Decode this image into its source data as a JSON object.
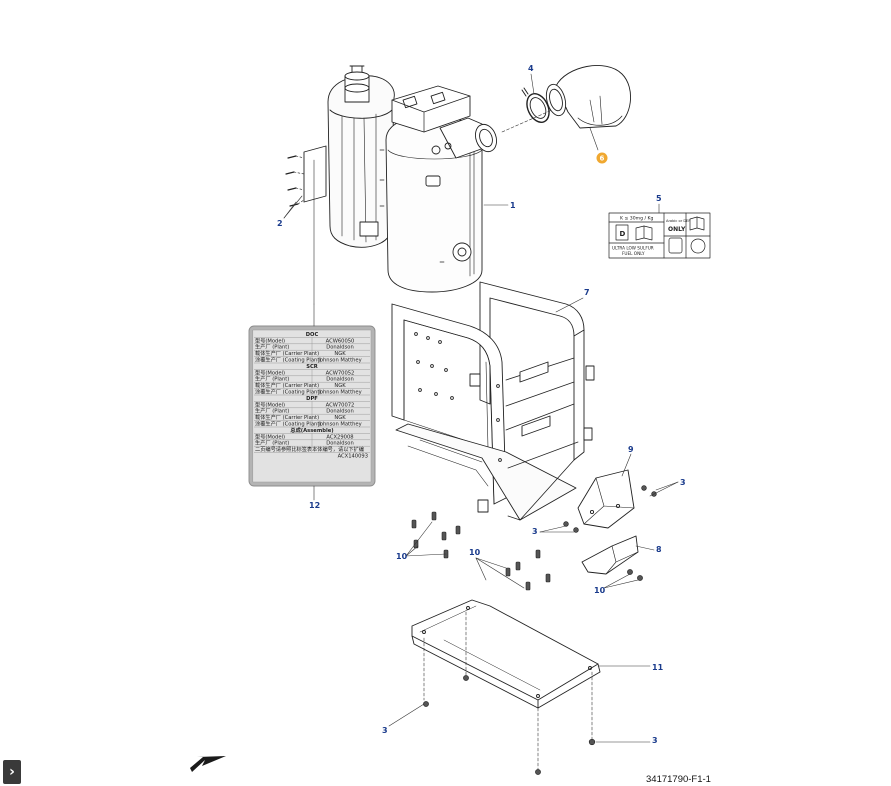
{
  "callouts": {
    "c1": "1",
    "c2": "2",
    "c3a": "3",
    "c3b": "3",
    "c3c": "3",
    "c3d": "3",
    "c4": "4",
    "c5": "5",
    "c6": "6",
    "c7": "7",
    "c8": "8",
    "c9": "9",
    "c10a": "10",
    "c10b": "10",
    "c10c": "10",
    "c11": "11",
    "c12": "12"
  },
  "highlight_color": "#f0a830",
  "callout_color": "#1a3b8c",
  "fuel_label": {
    "ratio": "K ≤ 30mg / Kg",
    "diesel_letter": "D",
    "only_small": "Arabic or DEF",
    "only_big": "ONLY",
    "ultra_line1": "ULTRA LOW SULFUR",
    "ultra_line2": "FUEL ONLY"
  },
  "spec_table": {
    "sections": [
      {
        "title": "DOC",
        "rows": [
          [
            "型号(Model)",
            "ACW60050"
          ],
          [
            "生产厂 (Plant)",
            "Donaldson"
          ],
          [
            "载体生产厂 (Carrier Plant)",
            "NGK"
          ],
          [
            "涂覆生产厂 (Coating Plant)",
            "Johnson Matthey"
          ]
        ]
      },
      {
        "title": "SCR",
        "rows": [
          [
            "型号(Model)",
            "ACW70052"
          ],
          [
            "生产厂 (Plant)",
            "Donaldson"
          ],
          [
            "载体生产厂 (Carrier Plant)",
            "NGK"
          ],
          [
            "涂覆生产厂 (Coating Plant)",
            "Johnson Matthey"
          ]
        ]
      },
      {
        "title": "DPF",
        "rows": [
          [
            "型号(Model)",
            "ACW70072"
          ],
          [
            "生产厂 (Plant)",
            "Donaldson"
          ],
          [
            "载体生产厂 (Carrier Plant)",
            "NGK"
          ],
          [
            "涂覆生产厂 (Coating Plant)",
            "Johnson Matthey"
          ]
        ]
      },
      {
        "title": "总成(Assemble)",
        "rows": [
          [
            "型号(Model)",
            "ACX29008"
          ],
          [
            "生产厂 (Plant)",
            "Donaldson"
          ]
        ]
      }
    ],
    "footer_line1": "二页编号请参照比标签表本体编号，请以下扩编",
    "footer_line2": "ACX140093"
  },
  "figure_id": "34171790-F1-1",
  "expand_icon": "chevron-right-icon",
  "direction_icon": "arrow-icon"
}
